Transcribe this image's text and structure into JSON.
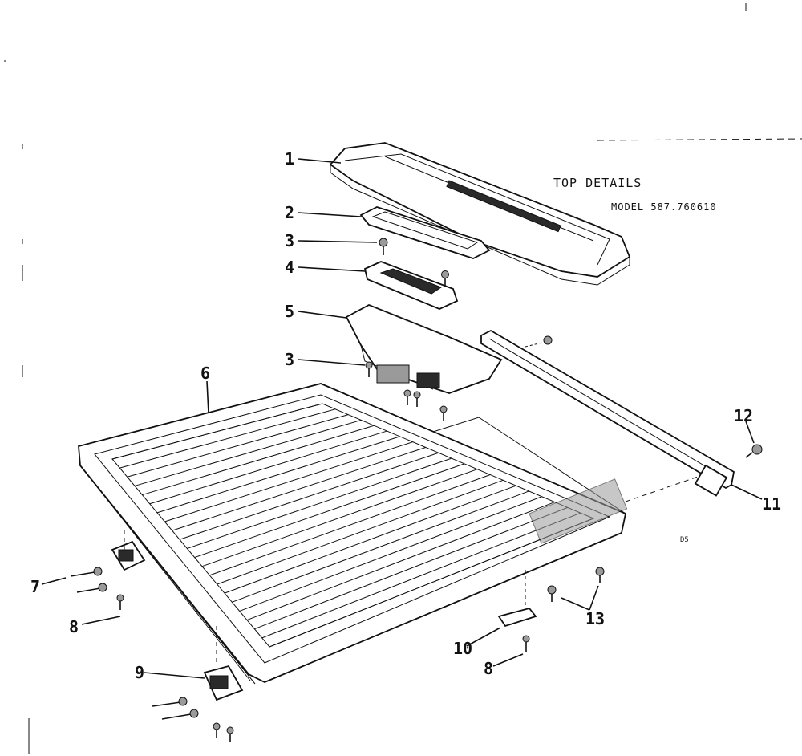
{
  "title": "TOP DETAILS",
  "model": "MODEL 587.760610",
  "corner_mark": "D5",
  "callouts": [
    {
      "id": "c1",
      "text": "1"
    },
    {
      "id": "c2",
      "text": "2"
    },
    {
      "id": "c3a",
      "text": "3"
    },
    {
      "id": "c4",
      "text": "4"
    },
    {
      "id": "c5",
      "text": "5"
    },
    {
      "id": "c3b",
      "text": "3"
    },
    {
      "id": "c6",
      "text": "6"
    },
    {
      "id": "c7",
      "text": "7"
    },
    {
      "id": "c8a",
      "text": "8"
    },
    {
      "id": "c9",
      "text": "9"
    },
    {
      "id": "c10",
      "text": "10"
    },
    {
      "id": "c8b",
      "text": "8"
    },
    {
      "id": "c11",
      "text": "11"
    },
    {
      "id": "c12",
      "text": "12"
    },
    {
      "id": "c13",
      "text": "13"
    }
  ]
}
